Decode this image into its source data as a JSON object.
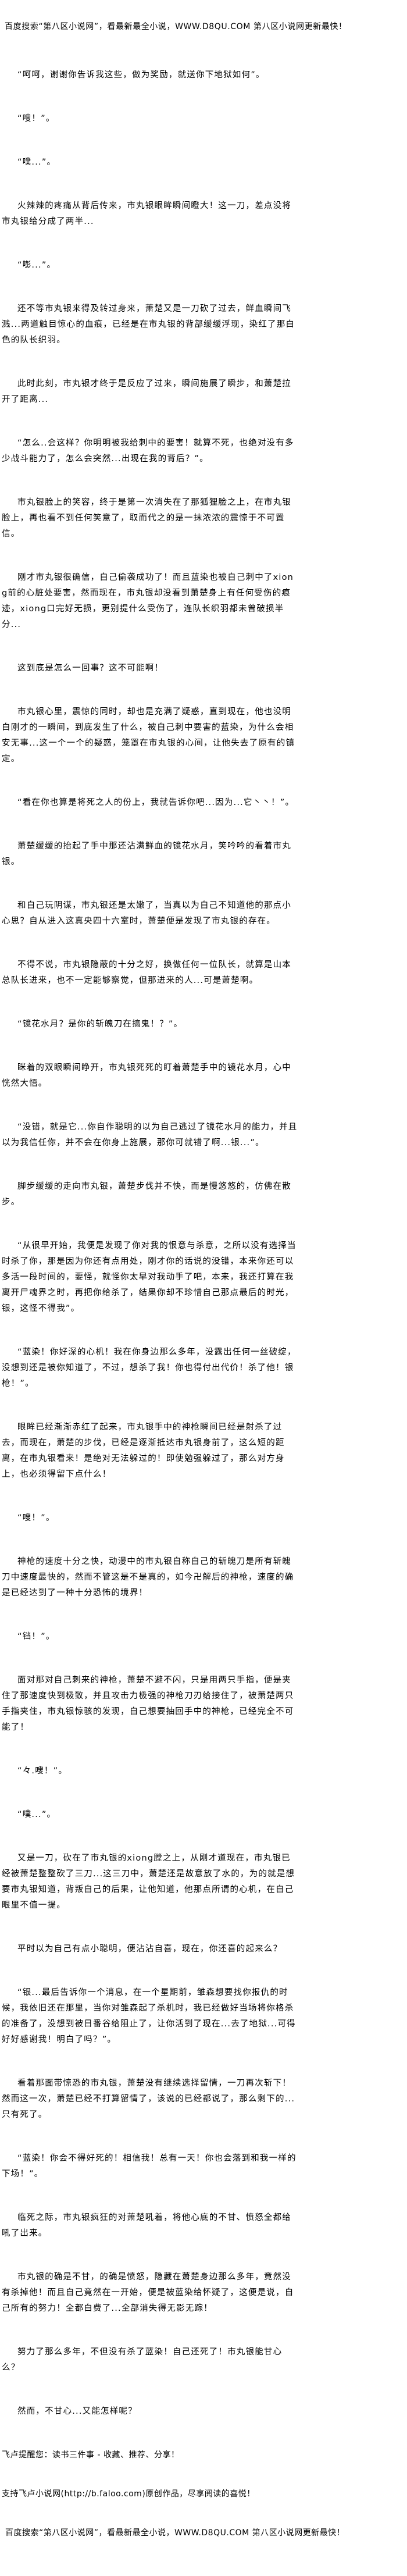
{
  "banner": "百度搜索“第八区小说网”，看最新最全小说，WWW.D8QU.COM   第八区小说网更新最快！",
  "paragraphs": [
    "“呵呵，谢谢你告诉我这些，做为奖励，就送你下地狱如何”。",
    "“嗖！”。",
    "“噗...”。",
    "火辣辣的疼痛从背后传来，市丸银眼眸瞬间瞪大！这一刀，差点没将市丸银给分成了两半...",
    "“嘭...”。",
    "还不等市丸银来得及转过身来，萧楚又是一刀砍了过去，鲜血瞬间飞溅...两道触目惊心的血痕，已经是在市丸银的背部缓缓浮现，染红了那白色的队长织羽。",
    "此时此刻，市丸银才终于是反应了过来，瞬间施展了瞬步，和萧楚拉开了距离...",
    "“怎么..会这样？你明明被我给刺中的要害！就算不死，也绝对没有多少战斗能力了，怎么会突然...出现在我的背后？”。",
    "市丸银脸上的笑容，终于是第一次消失在了那狐狸脸之上，在市丸银脸上，再也看不到任何笑意了，取而代之的是一抹浓浓的震惊于不可置信。",
    "刚才市丸银很确信，自己偷袭成功了！而且蓝染也被自己刺中了xiong前的心脏处要害，然而现在，市丸银却没看到萧楚身上有任何受伤的痕迹，xiong口完好无损，更别提什么受伤了，连队长织羽都未曾破损半分...",
    "这到底是怎么一回事？这不可能啊！",
    "市丸银心里，震惊的同时，却也是充满了疑惑，直到现在，他也没明白刚才的一瞬间，到底发生了什么，被自己刺中要害的蓝染，为什么会相安无事...这一个一个的疑惑，笼罩在市丸银的心间，让他失去了原有的镇定。",
    "“看在你也算是将死之人的份上，我就告诉你吧...因为...它丶丶！”。",
    "萧楚缓缓的抬起了手中那还沾满鲜血的镜花水月，笑吟吟的看着市丸银。",
    "和自己玩阴谋，市丸银还是太嫩了，当真以为自己不知道他的那点小心思？自从进入这真央四十六室时，萧楚便是发现了市丸银的存在。",
    "不得不说，市丸银隐蔽的十分之好，换做任何一位队长，就算是山本总队长进来，也不一定能够察觉，但那进来的人...可是萧楚啊。",
    "“镜花水月？是你的斩魄刀在搞鬼！？”。",
    "眯着的双眼瞬间睁开，市丸银死死的盯着萧楚手中的镜花水月，心中恍然大悟。",
    "“没错，就是它...你自作聪明的以为自己逃过了镜花水月的能力，并且以为我信任你，并不会在你身上施展，那你可就错了啊...银...”。",
    "脚步缓缓的走向市丸银，萧楚步伐并不快，而是慢悠悠的，仿佛在散步。",
    "“从很早开始，我便是发现了你对我的恨意与杀意，之所以没有选择当时杀了你，那是因为你还有点用处，刚才你的话说的没错，本来你还可以多活一段时间的，要怪，就怪你太早对我动手了吧，本来，我还打算在我离开尸魂界之时，再把你给杀了，结果你却不珍惜自己那点最后的时光，银，这怪不得我”。",
    "“蓝染！你好深的心机！我在你身边那么多年，没露出任何一丝破绽，没想到还是被你知道了，不过，想杀了我！你也得付出代价！杀了他！银枪！”。",
    "眼眸已经渐渐赤红了起来，市丸银手中的神枪瞬间已经是射杀了过去，而现在，萧楚的步伐，已经是逐渐抵达市丸银身前了，这么短的距离，在市丸银看来！是绝对无法躲过的！即使勉强躲过了，那么对方身上，也必须得留下点什么！",
    "“嗖！”。",
    "神枪的速度十分之快，动漫中的市丸银自称自己的斩魄刀是所有斩魄刀中速度最快的，然而不管这是不是真的，如今卍解后的神枪，速度的确是已经达到了一种十分恐怖的境界！",
    "“铛！”。",
    "面对那对自己刺来的神枪，萧楚不避不闪，只是用两只手指，便是夹住了那速度快到极致，并且攻击力极强的神枪刀刃给接住了，被萧楚两只手指夹住，市丸银惊骇的发现，自己想要抽回手中的神枪，已经完全不可能了！",
    "“々.嗖！”。",
    "“噗...”。",
    "又是一刀，砍在了市丸银的xiong膛之上，从刚才道现在，市丸银已经被萧楚整整砍了三刀...这三刀中，萧楚还是故意放了水的，为的就是想要市丸银知道，背叛自己的后果，让他知道，他那点所谓的心机，在自己眼里不值一提。",
    "平时以为自己有点小聪明，便沾沾自喜，现在，你还喜的起来么？",
    "“银...最后告诉你一个消息，在一个星期前，雏森想要找你报仇的时候，我依旧还在那里，当你对雏森起了杀机时，我已经做好当场将你格杀的准备了，没想到被日番谷给阻止了，让你活到了现在...去了地狱...可得好好感谢我！明白了吗？”。",
    "看着那面带惊恐的市丸银，萧楚没有继续选择留情，一刀再次斩下！然而这一次，萧楚已经不打算留情了，该说的已经都说了，那么剩下的...只有死了。",
    "“蓝染！你会不得好死的！相信我！总有一天！你也会落到和我一样的下场！”。",
    "临死之际，市丸银疯狂的对萧楚吼着，将他心底的不甘、愤怒全都给吼了出来。",
    "市丸银的确是不甘，的确是愤怒，隐藏在萧楚身边那么多年，竟然没有杀掉他！而且自己竟然在一开始，便是被蓝染给怀疑了，这便是说，自己所有的努力！全都白费了...全部消失得无影无踪！",
    "努力了那么多年，不但没有杀了蓝染！自己还死了！市丸银能甘心么？",
    "然而，不甘心...又能怎样呢？"
  ],
  "footer": {
    "reminder": "飞卢提醒您：读书三件事 - 收藏、推荐、分享！",
    "support": "支持飞卢小说网(http://b.faloo.com)原创作品，尽享阅读的喜悦！",
    "banner": "百度搜索“第八区小说网”，看最新最全小说，WWW.D8QU.COM   第八区小说网更新最快！"
  }
}
